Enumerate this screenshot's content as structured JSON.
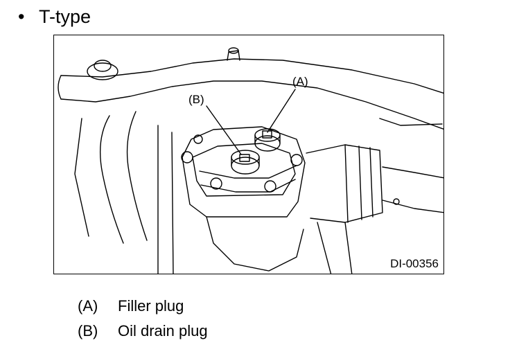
{
  "heading": {
    "bullet": "•",
    "text": "T-type"
  },
  "figure": {
    "callout_a": "(A)",
    "callout_b": "(B)",
    "code": "DI-00356"
  },
  "legend": [
    {
      "key": "(A)",
      "label": "Filler plug"
    },
    {
      "key": "(B)",
      "label": "Oil drain plug"
    }
  ]
}
